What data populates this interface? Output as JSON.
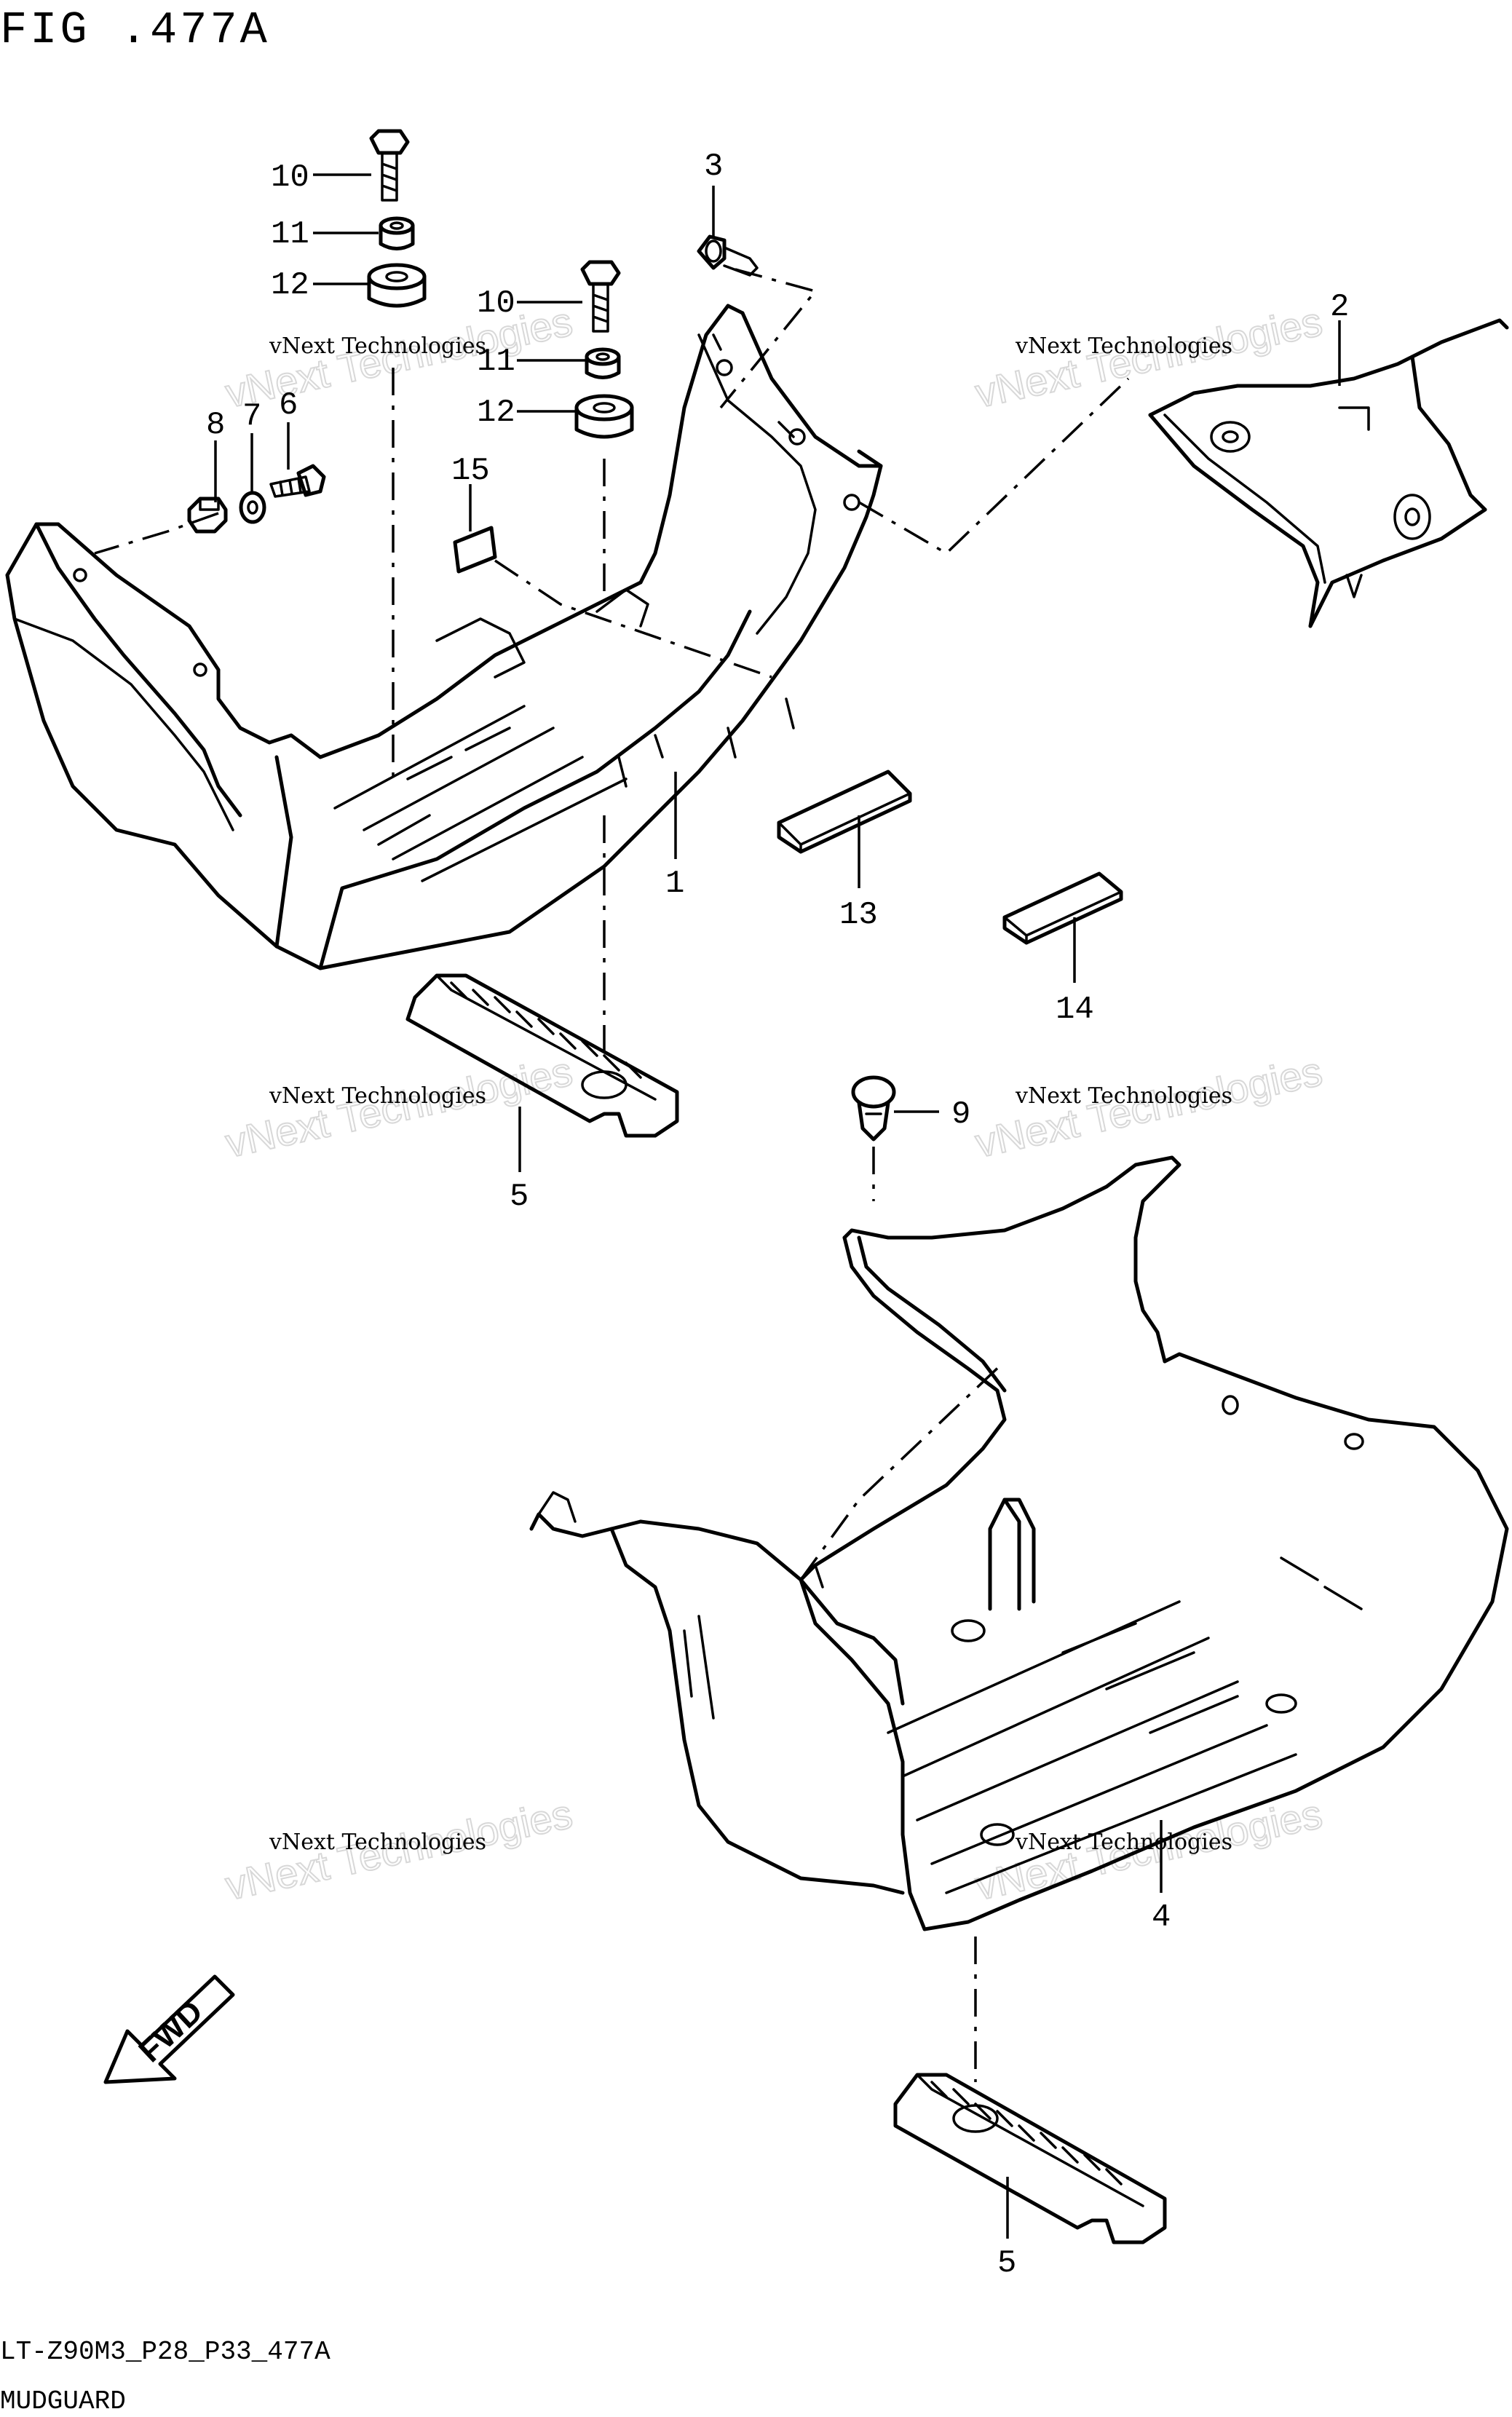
{
  "header": {
    "title": "FIG .477A"
  },
  "footer": {
    "model_code": "LT-Z90M3_P28_P33_477A",
    "section_name": "MUDGUARD"
  },
  "watermark": {
    "line1": "vNext Technologies",
    "line2": "vNext Technologies"
  },
  "fwd_label": "FWD",
  "callouts": {
    "c1": "1",
    "c2": "2",
    "c3": "3",
    "c4": "4",
    "c5a": "5",
    "c5b": "5",
    "c6": "6",
    "c7": "7",
    "c8": "8",
    "c9": "9",
    "c10a": "10",
    "c10b": "10",
    "c11a": "11",
    "c11b": "11",
    "c12a": "12",
    "c12b": "12",
    "c13": "13",
    "c14": "14",
    "c15": "15"
  }
}
